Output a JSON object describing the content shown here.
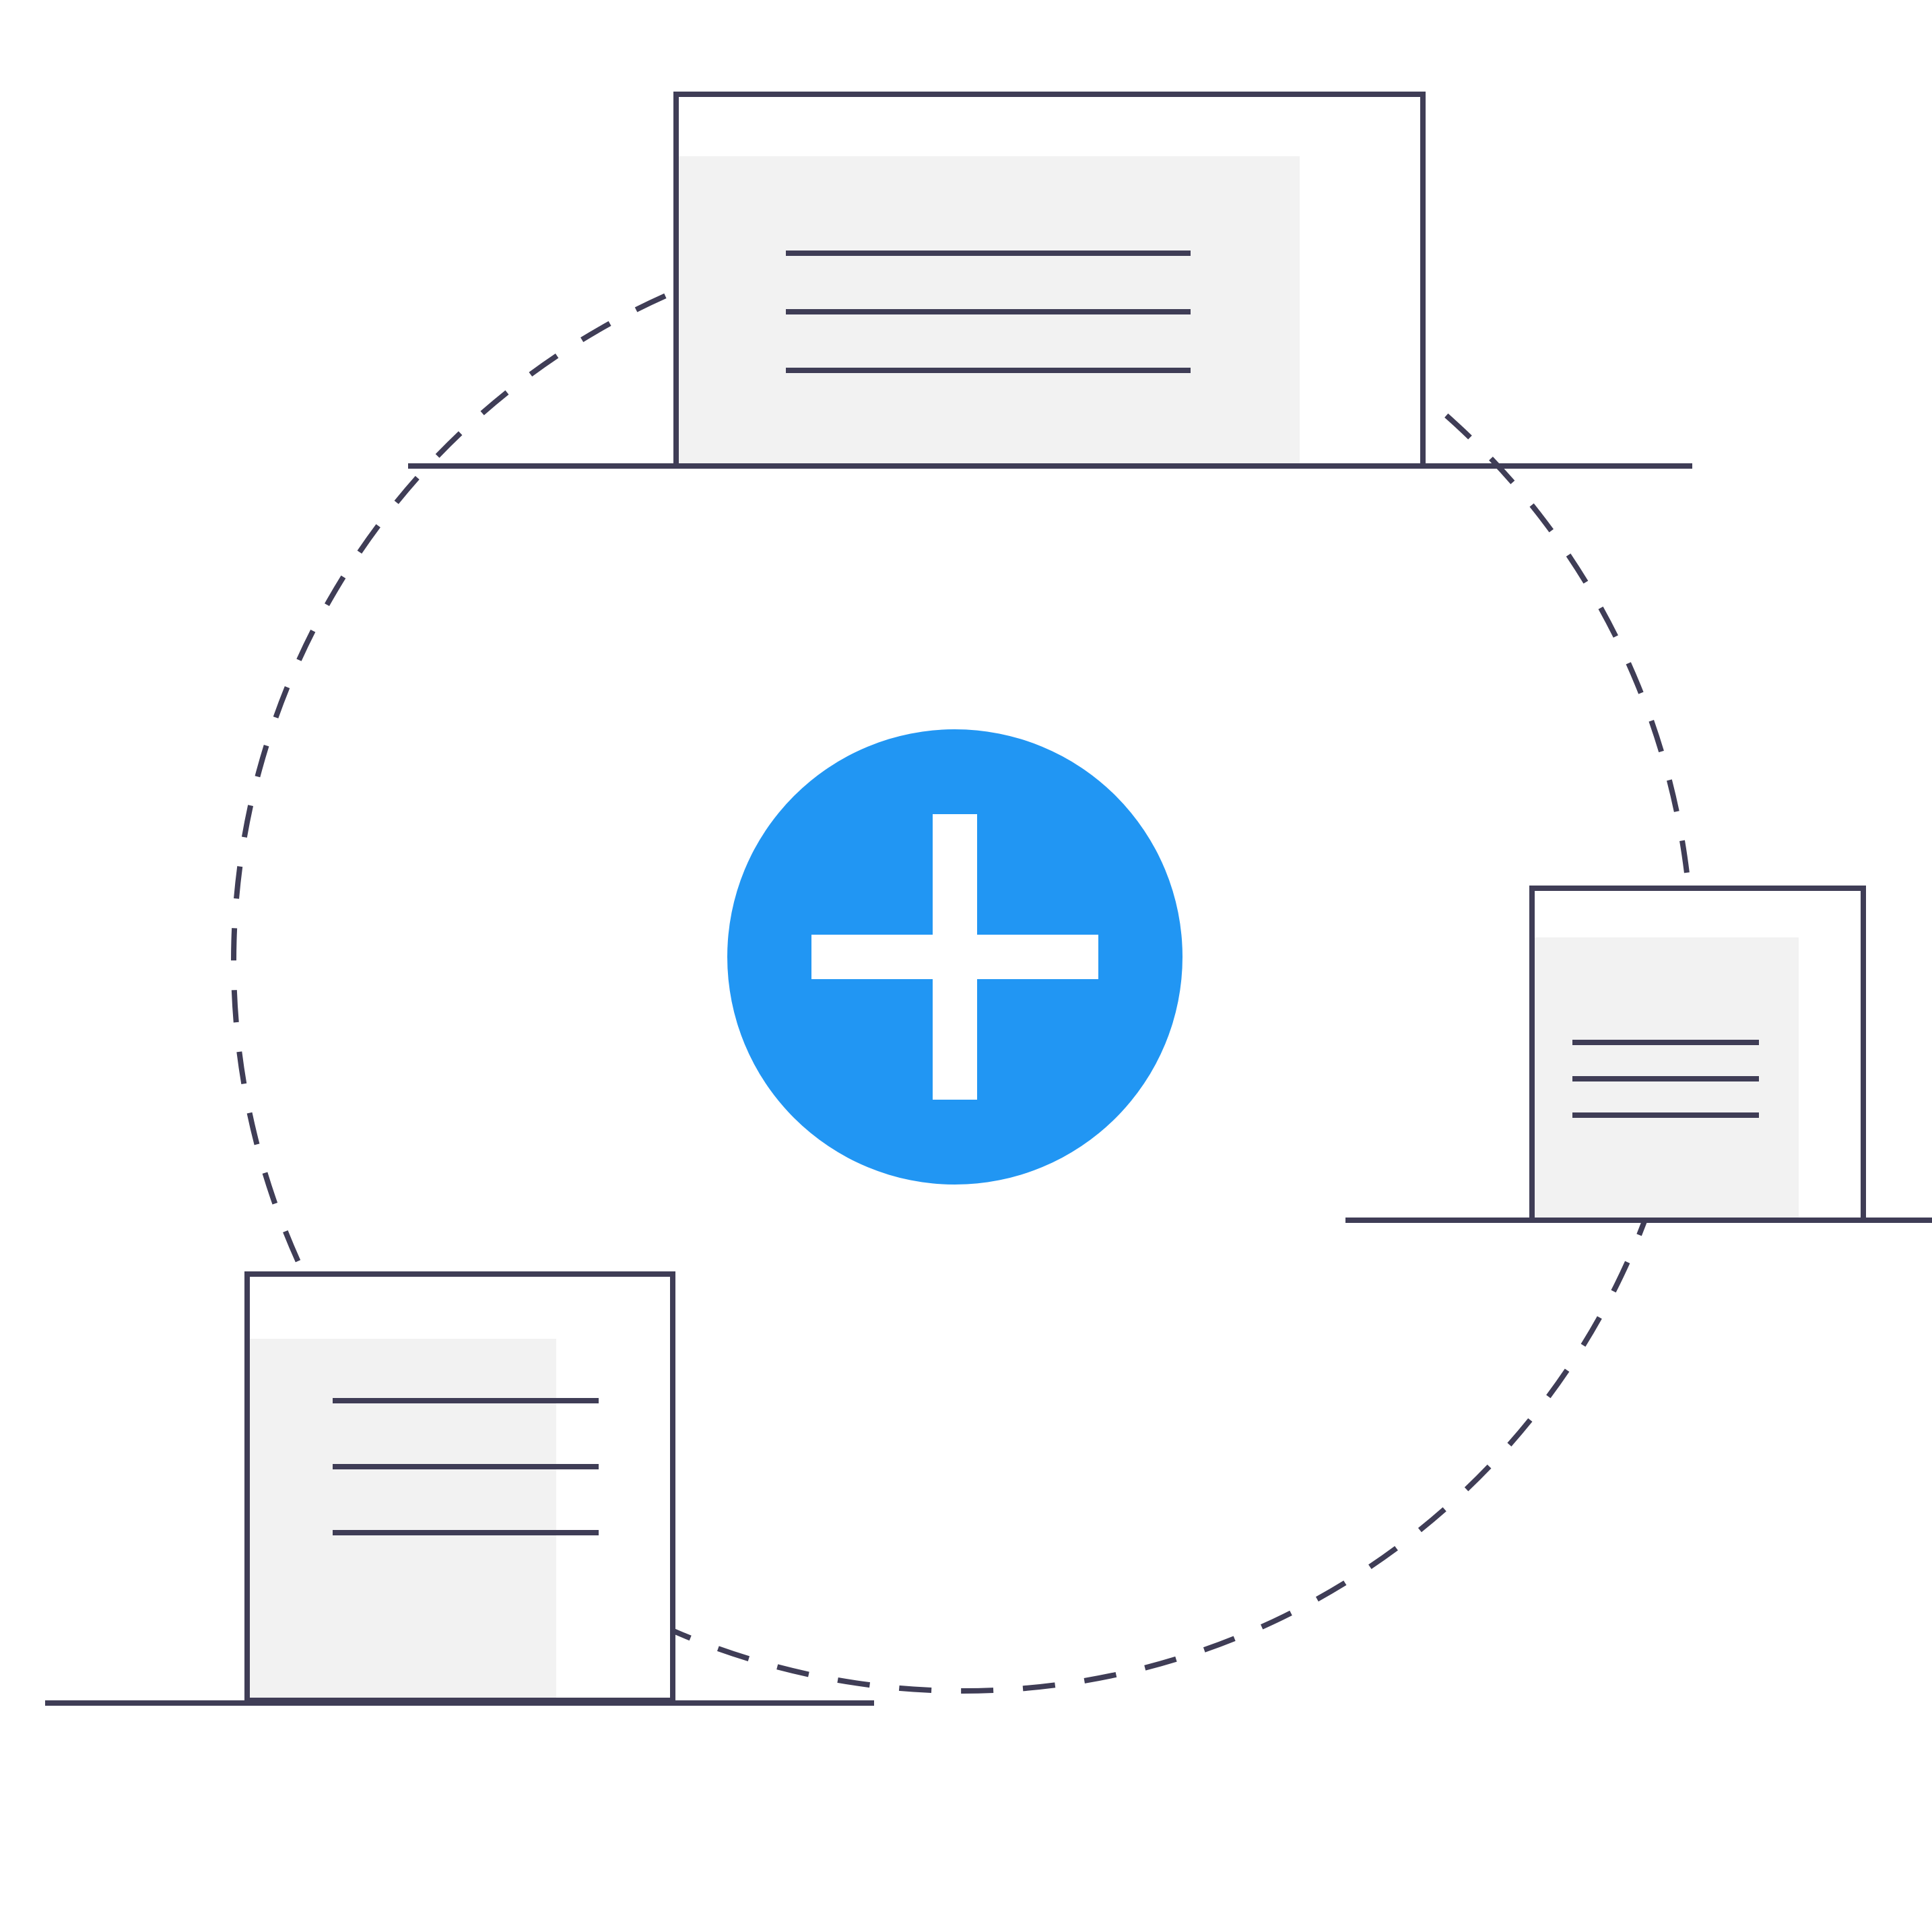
{
  "illustration": {
    "colors": {
      "accent": "#2196F3",
      "stroke": "#3F3D56",
      "panel_fill": "#F2F2F2",
      "background": "#FFFFFF",
      "plus_glyph": "#FFFFFF"
    },
    "icons": {
      "center": "plus-icon",
      "documents": "document-icon",
      "connector": "dashed-circle"
    },
    "documents": [
      {
        "name": "top-document",
        "text_lines": 3
      },
      {
        "name": "right-document",
        "text_lines": 3
      },
      {
        "name": "left-document",
        "text_lines": 3
      }
    ]
  }
}
